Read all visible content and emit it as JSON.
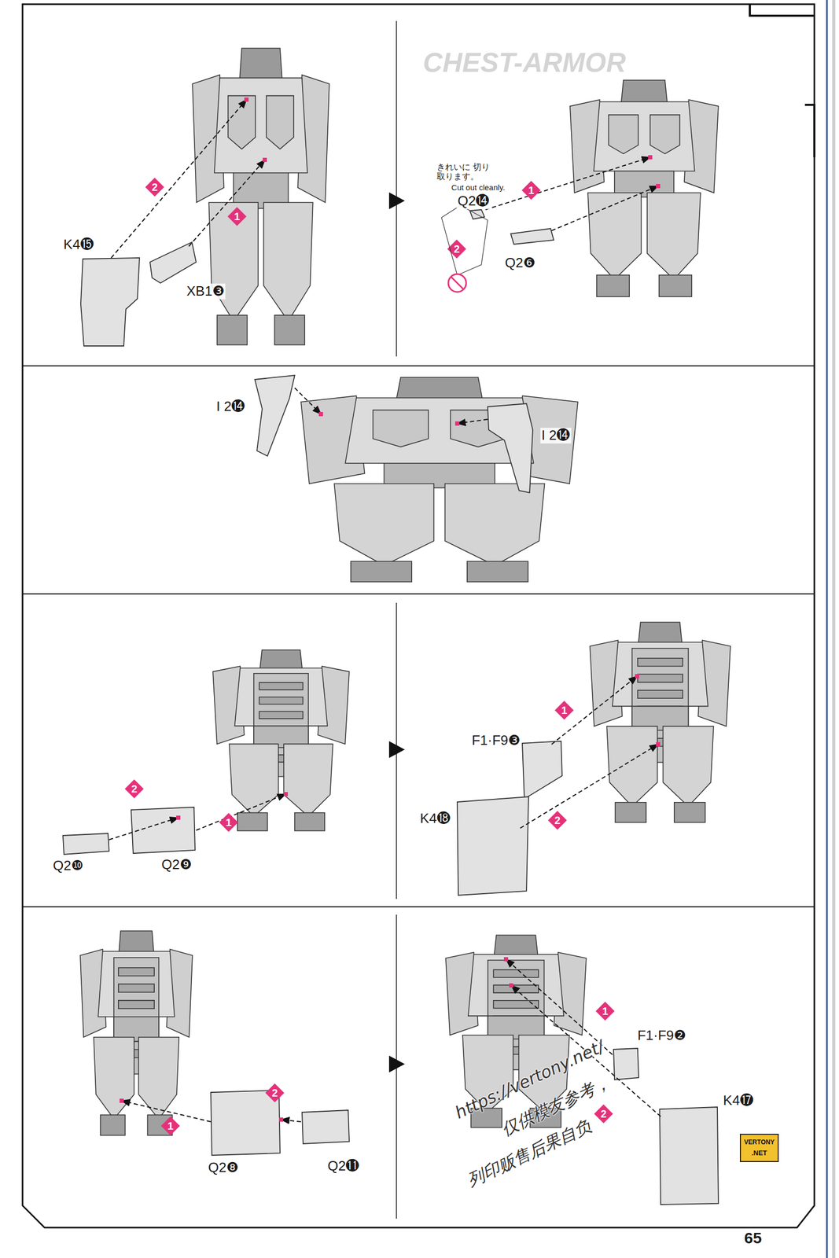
{
  "diagram": {
    "labels": [
      "CHEST-ARMOR",
      "2",
      "1",
      "K4⓯",
      "XB1❸",
      "きれいに 切り取ります。",
      "Cut out cleanly.",
      "Q2⓮",
      "1",
      "2",
      "Q2❻",
      "I 2⓮",
      "I 2⓮",
      "2",
      "1",
      "Q2❿",
      "Q2❾",
      "1",
      "F1·F9❸",
      "K4⓲",
      "2",
      "2",
      "1",
      "Q2❽",
      "Q2⓫",
      "1",
      "F1·F9❷",
      "2",
      "K4⓱",
      "https://vertony.net/",
      "仅供模友参考，",
      "列印贩售后果自负",
      "VERTONY",
      ".NET",
      "65"
    ]
  }
}
